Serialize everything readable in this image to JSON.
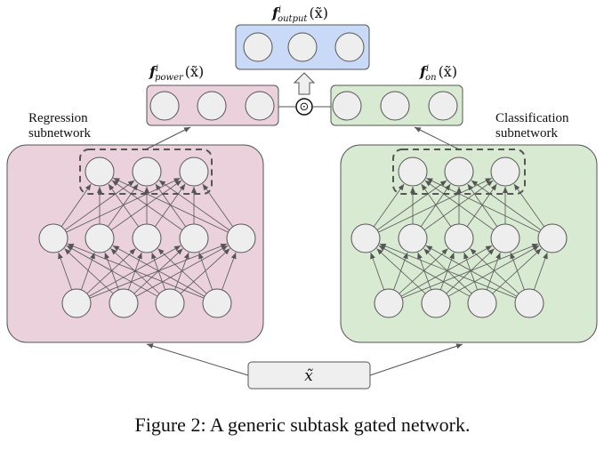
{
  "output_label": {
    "f": "f",
    "sup": "i",
    "sub": "output",
    "arg": "(x̃)"
  },
  "power_label": {
    "f": "f",
    "sup": "i",
    "sub": "power",
    "arg": "(x̃)"
  },
  "on_label": {
    "f": "f",
    "sup": "i",
    "sub": "on",
    "arg": "(x̃)"
  },
  "gate_symbol": "⊙",
  "regression": {
    "label_line1": "Regression",
    "label_line2": "subnetwork"
  },
  "classification": {
    "label_line1": "Classification",
    "label_line2": "subnetwork"
  },
  "input_label": "x̃",
  "caption": "Figure 2: A generic subtask gated network.",
  "colors": {
    "regression_fill": "#ead1dc",
    "classification_fill": "#d9ead3",
    "output_fill": "#c9daf8",
    "input_fill": "#efefef",
    "node_fill": "#eeeeee",
    "stroke": "#555555"
  }
}
